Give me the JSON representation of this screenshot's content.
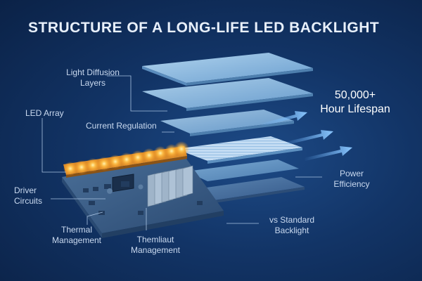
{
  "title": "STRUCTURE OF A LONG-LIFE LED BACKLIGHT",
  "labels": {
    "light_diffusion_line1": "Light Diffusion",
    "light_diffusion_line2": "Layers",
    "led_array": "LED Array",
    "current_regulation": "Current Regulation",
    "driver_circuits_line1": "Driver",
    "driver_circuits_line2": "Circuits",
    "thermal_mgmt_line1": "Thermal",
    "thermal_mgmt_line2": "Management",
    "themliaut_line1": "Themliaut",
    "themliaut_line2": "Management",
    "lifespan_line1": "50,000+",
    "lifespan_line2": "Hour Lifespan",
    "power_line1": "Power",
    "power_line2": "Efficiency",
    "standard_line1": "vs Standard",
    "standard_line2": "Backlight"
  },
  "colors": {
    "background": "#123466",
    "led_glow": "#ffb52e",
    "arrow": "#6fb6ff",
    "layer": "#8fc0e6",
    "pcb": "#3c5f86"
  }
}
